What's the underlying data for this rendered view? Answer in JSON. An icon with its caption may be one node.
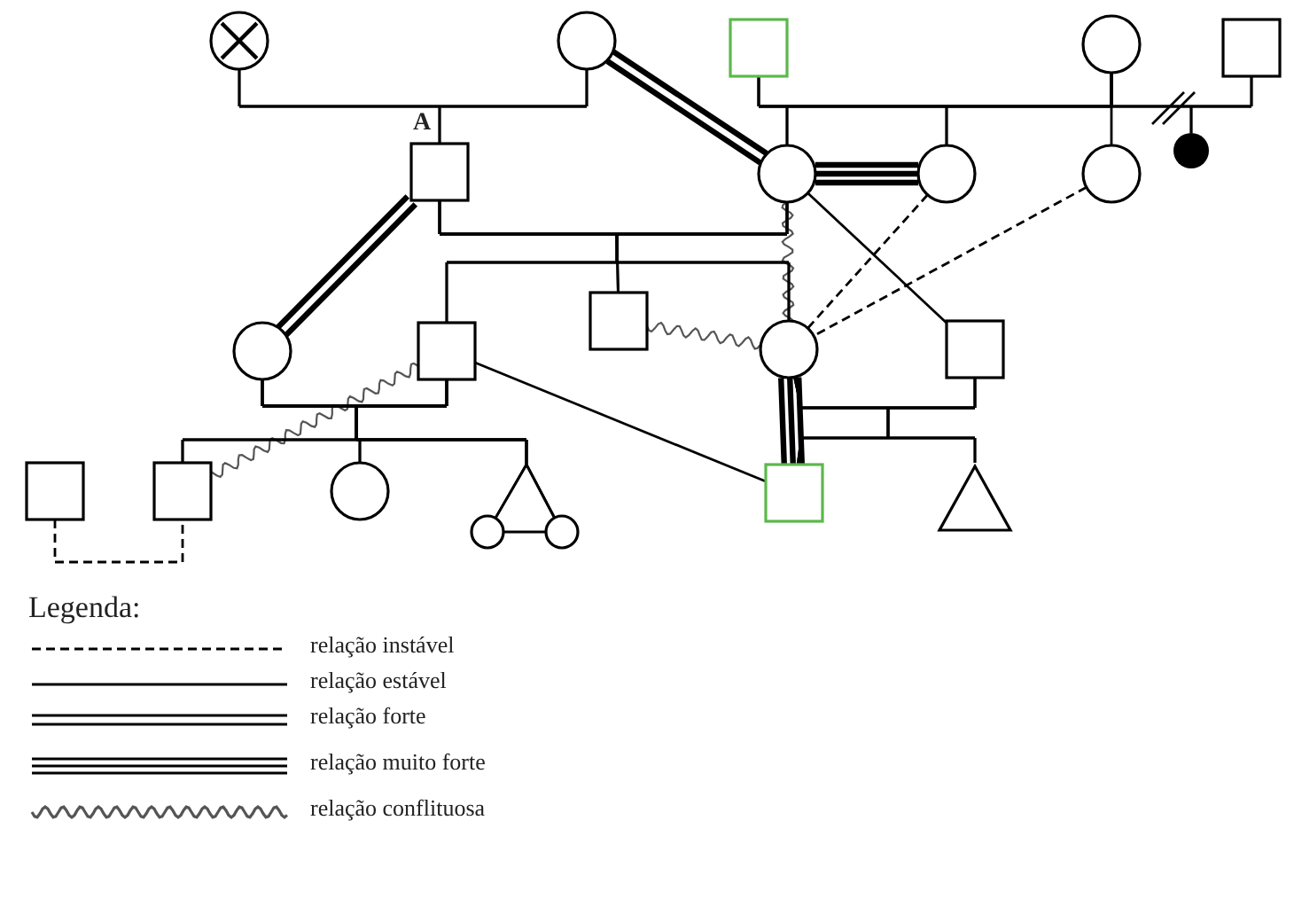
{
  "diagram": {
    "nodes": [
      {
        "text": [],
        "shape": "circle"
      },
      {
        "text": [],
        "shape": "circle"
      },
      {
        "text": [],
        "shape": "box"
      },
      {
        "text": [],
        "shape": "circle"
      },
      {
        "text": [],
        "shape": "box"
      },
      {
        "text": [],
        "shape": "box"
      },
      {
        "text": [],
        "shape": "circle"
      },
      {
        "text": [],
        "shape": "circle"
      },
      {
        "text": [],
        "shape": "circle"
      },
      {
        "text": [],
        "shape": "dot"
      },
      {
        "text": [],
        "shape": "circle"
      },
      {
        "text": [],
        "shape": "box"
      },
      {
        "text": [],
        "shape": "box"
      },
      {
        "text": [],
        "shape": "circle"
      },
      {
        "text": [],
        "shape": "box"
      },
      {
        "text": [],
        "shape": "box"
      },
      {
        "text": [],
        "shape": "box"
      },
      {
        "text": [],
        "shape": "circle"
      },
      {
        "text": [],
        "shape": "circle"
      },
      {
        "text": [],
        "shape": "circle"
      },
      {
        "text": [],
        "shape": "box"
      },
      {
        "text": [],
        "shape": "triangle"
      }
    ],
    "edges": [
      {
        "from": 0,
        "to": 1,
        "arrow": "none"
      },
      {
        "from": 1,
        "to": 6,
        "arrow": "none",
        "style": "thick"
      },
      {
        "from": 2,
        "to": 3,
        "arrow": "none"
      },
      {
        "from": 3,
        "to": 4,
        "arrow": "none"
      },
      {
        "from": 5,
        "to": 6,
        "arrow": "none"
      },
      {
        "from": 5,
        "to": 10,
        "arrow": "none",
        "style": "thick"
      },
      {
        "from": 6,
        "to": 7,
        "arrow": "none",
        "style": "thick"
      },
      {
        "from": 6,
        "to": 13,
        "arrow": "none"
      },
      {
        "from": 6,
        "to": 14,
        "arrow": "none"
      },
      {
        "from": 7,
        "to": 13,
        "arrow": "none",
        "style": "dashed"
      },
      {
        "from": 8,
        "to": 13,
        "arrow": "none",
        "style": "dashed"
      },
      {
        "from": 10,
        "to": 11,
        "arrow": "none"
      },
      {
        "from": 11,
        "to": 16,
        "arrow": "none"
      },
      {
        "from": 11,
        "to": 20,
        "arrow": "none"
      },
      {
        "from": 12,
        "to": 13,
        "arrow": "none"
      },
      {
        "from": 13,
        "to": 14,
        "arrow": "none"
      },
      {
        "from": 13,
        "to": 20,
        "arrow": "none",
        "style": "thick"
      },
      {
        "from": 15,
        "to": 16,
        "arrow": "none",
        "style": "dashed"
      },
      {
        "from": 0,
        "to": 5,
        "arrow": "none"
      },
      {
        "from": 1,
        "to": 5,
        "arrow": "none"
      },
      {
        "from": 2,
        "to": 6,
        "arrow": "none"
      },
      {
        "from": 3,
        "to": 6,
        "arrow": "none"
      },
      {
        "from": 2,
        "to": 7,
        "arrow": "none"
      },
      {
        "from": 3,
        "to": 7,
        "arrow": "none"
      },
      {
        "from": 3,
        "to": 8,
        "arrow": "none"
      },
      {
        "from": 3,
        "to": 9,
        "arrow": "none"
      },
      {
        "from": 4,
        "to": 9,
        "arrow": "none"
      },
      {
        "from": 5,
        "to": 11,
        "arrow": "none"
      },
      {
        "from": 6,
        "to": 11,
        "arrow": "none"
      },
      {
        "from": 5,
        "to": 12,
        "arrow": "none"
      },
      {
        "from": 6,
        "to": 12,
        "arrow": "none"
      },
      {
        "from": 5,
        "to": 13,
        "arrow": "none"
      },
      {
        "from": 6,
        "to": 13,
        "arrow": "none"
      },
      {
        "from": 10,
        "to": 16,
        "arrow": "none"
      },
      {
        "from": 11,
        "to": 16,
        "arrow": "none"
      },
      {
        "from": 10,
        "to": 17,
        "arrow": "none"
      },
      {
        "from": 11,
        "to": 17,
        "arrow": "none"
      },
      {
        "from": 10,
        "to": 18,
        "arrow": "none"
      },
      {
        "from": 11,
        "to": 18,
        "arrow": "none"
      },
      {
        "from": 10,
        "to": 19,
        "arrow": "none"
      },
      {
        "from": 11,
        "to": 19,
        "arrow": "none"
      },
      {
        "from": 13,
        "to": 20,
        "arrow": "none"
      },
      {
        "from": 14,
        "to": 20,
        "arrow": "none"
      },
      {
        "from": 13,
        "to": 21,
        "arrow": "none"
      },
      {
        "from": 14,
        "to": 21,
        "arrow": "none"
      },
      {
        "from": 18,
        "to": 19,
        "arrow": "none"
      }
    ],
    "labels": [
      "A",
      "Legenda:"
    ],
    "legend": [
      {
        "text": "relação instável"
      },
      {
        "text": "relação estável"
      },
      {
        "text": "relação forte"
      },
      {
        "text": "relação muito forte"
      },
      {
        "text": "relação conflituosa"
      }
    ]
  }
}
